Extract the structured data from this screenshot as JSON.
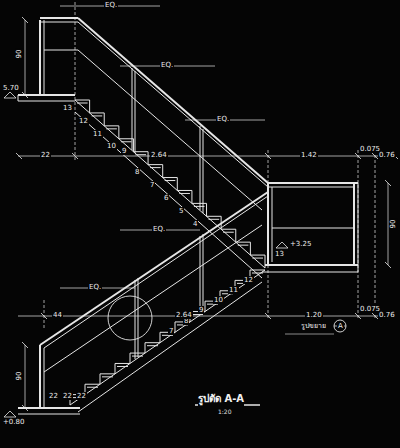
{
  "diagram": {
    "title": "รูปตัด A-A",
    "caption": "1:20",
    "labels": [
      "EQ.",
      "90",
      "5.70",
      "13",
      "12",
      "11",
      "10",
      "9",
      "8",
      "7",
      "6",
      "5",
      "4",
      "EQ.",
      "EQ.",
      "22",
      "2.64",
      "1.42",
      "0.075",
      "0.76",
      "90",
      "+3.25",
      "EQ.",
      "13",
      "12",
      "11",
      "10",
      "9",
      "8",
      "7",
      "EQ.",
      "44",
      "2.64",
      "1.20",
      "0.075",
      "0.76",
      "รูปขยาย",
      "A",
      "90",
      "22",
      "22",
      "22",
      "+0.80"
    ]
  }
}
